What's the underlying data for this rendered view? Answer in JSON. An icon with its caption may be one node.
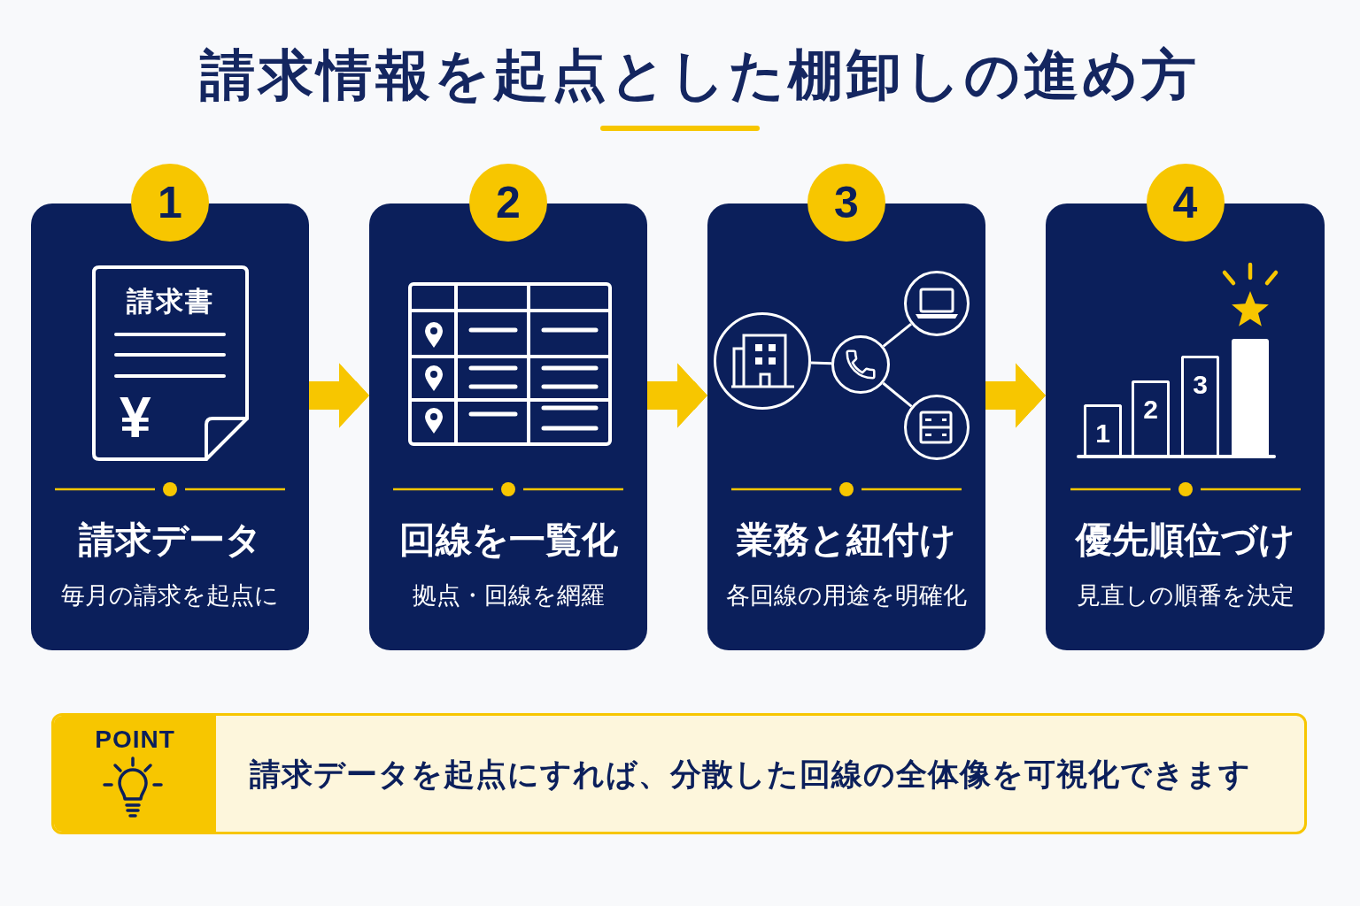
{
  "diagram": {
    "title": "請求情報を起点とした棚卸しの進め方",
    "nodes": [
      {
        "text": [
          "1",
          "請求データ",
          "毎月の請求を起点に"
        ]
      },
      {
        "text": [
          "請求書",
          "¥"
        ],
        "in": 0
      },
      {
        "text": [
          "2",
          "回線を一覧化",
          "拠点・回線を網羅"
        ]
      },
      {
        "text": [
          "3",
          "業務と紐付け",
          "各回線の用途を明確化"
        ]
      },
      {
        "text": [],
        "shape": "circle",
        "in": 3
      },
      {
        "text": [],
        "shape": "circle",
        "in": 3
      },
      {
        "text": [],
        "shape": "circle",
        "in": 3
      },
      {
        "text": [],
        "shape": "circle",
        "in": 3
      },
      {
        "text": [
          "4",
          "優先順位づけ",
          "見直しの順番を決定"
        ]
      },
      {
        "text": [
          "1"
        ],
        "in": 8
      },
      {
        "text": [
          "2"
        ],
        "in": 8
      },
      {
        "text": [
          "3"
        ],
        "in": 8
      },
      {
        "text": [],
        "shape": "bar",
        "in": 8
      },
      {
        "text": [
          "請求データを起点にすれば、分散した回線の全体像を可視化できます"
        ]
      },
      {
        "text": [
          "POINT"
        ],
        "in": 13
      }
    ],
    "edges": [
      {
        "from": 0,
        "to": 2,
        "arrow": "to",
        "style": "thick",
        "color": "#f7c600"
      },
      {
        "from": 2,
        "to": 3,
        "arrow": "to",
        "style": "thick",
        "color": "#f7c600"
      },
      {
        "from": 3,
        "to": 8,
        "arrow": "to",
        "style": "thick",
        "color": "#f7c600"
      },
      {
        "from": 4,
        "to": 5,
        "arrow": "none",
        "color": "#ffffff"
      },
      {
        "from": 5,
        "to": 6,
        "arrow": "none",
        "color": "#ffffff"
      },
      {
        "from": 5,
        "to": 7,
        "arrow": "none",
        "color": "#ffffff"
      }
    ]
  }
}
